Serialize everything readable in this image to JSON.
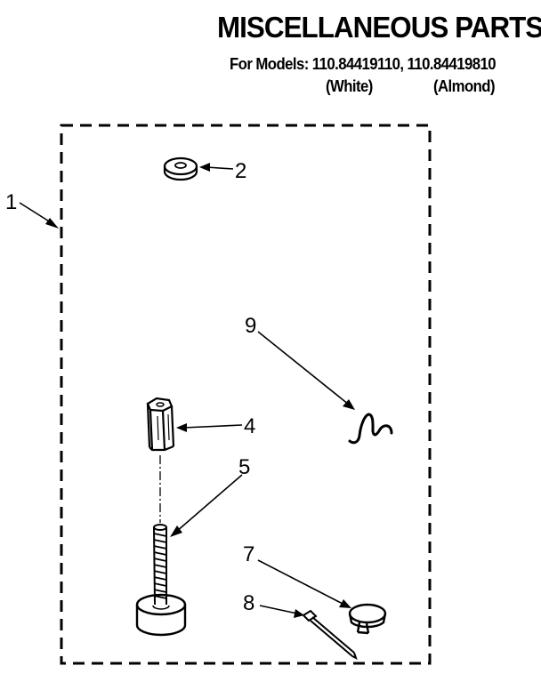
{
  "header": {
    "title": "MISCELLANEOUS PARTS",
    "models_line": "For Models: 110.84419110, 110.84419810",
    "variants": [
      "(White)",
      "(Almond)"
    ]
  },
  "callouts": [
    "1",
    "2",
    "4",
    "5",
    "7",
    "8",
    "9"
  ],
  "colors": {
    "ink": "#000000",
    "paper": "#ffffff"
  }
}
